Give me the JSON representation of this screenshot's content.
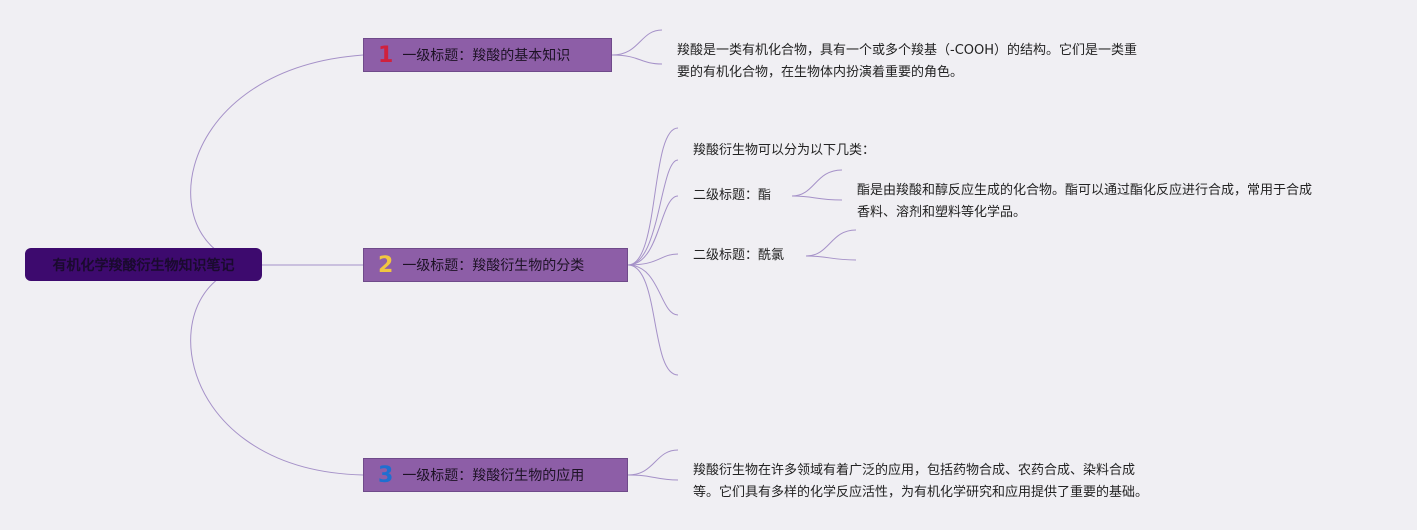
{
  "root": {
    "title": "有机化学羧酸衍生物知识笔记"
  },
  "colors": {
    "root_bg": "#3d0a6e",
    "topic_bg": "#8d5ea7",
    "line": "#a591c8",
    "num1": "#d0213d",
    "num2": "#f0c640",
    "num3": "#1f6fd0"
  },
  "topics": [
    {
      "number": "1",
      "label": "一级标题：羧酸的基本知识",
      "desc_line1": "羧酸是一类有机化合物，具有一个或多个羧基（-COOH）的结构。它们是一类重",
      "desc_line2": "要的有机化合物，在生物体内扮演着重要的角色。"
    },
    {
      "number": "2",
      "label": "一级标题：羧酸衍生物的分类",
      "intro": "羧酸衍生物可以分为以下几类：",
      "sub": [
        {
          "label": "二级标题：酯",
          "desc_line1": "酯是由羧酸和醇反应生成的化合物。酯可以通过酯化反应进行合成，常用于合成",
          "desc_line2": "香料、溶剂和塑料等化学品。"
        },
        {
          "label": "二级标题：酰氯"
        }
      ]
    },
    {
      "number": "3",
      "label": "一级标题：羧酸衍生物的应用",
      "desc_line1": "羧酸衍生物在许多领域有着广泛的应用，包括药物合成、农药合成、染料合成",
      "desc_line2": "等。它们具有多样的化学反应活性，为有机化学研究和应用提供了重要的基础。"
    }
  ]
}
